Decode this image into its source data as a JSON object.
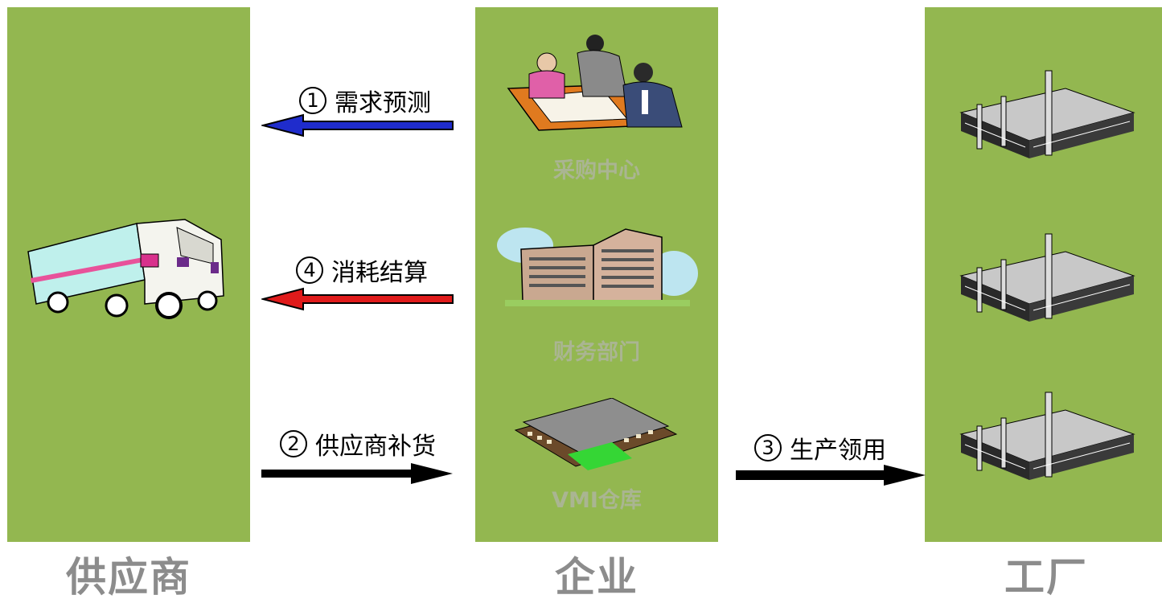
{
  "columns": {
    "supplier": "供应商",
    "enterprise": "企业",
    "factory": "工厂"
  },
  "enterprise_units": {
    "purchasing": "采购中心",
    "finance": "财务部门",
    "warehouse": "VMI仓库"
  },
  "flows": [
    {
      "num": "1",
      "text": "需求预测",
      "color": "#1f2ccc"
    },
    {
      "num": "4",
      "text": "消耗结算",
      "color": "#e01b1b"
    },
    {
      "num": "2",
      "text": "供应商补货",
      "color": "#000000"
    },
    {
      "num": "3",
      "text": "生产领用",
      "color": "#000000"
    }
  ]
}
